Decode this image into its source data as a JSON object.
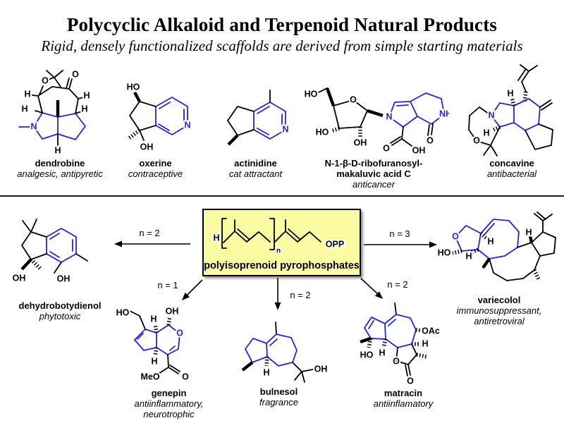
{
  "colors": {
    "structure_blue": "#2323e0",
    "box_fill": "#fbfba4",
    "box_border": "#000000",
    "divider": "#1c1c1c"
  },
  "header": {
    "title": "Polycyclic Alkaloid and Terpenoid Natural Products",
    "subtitle": "Rigid, densely functionalized scaffolds are derived from simple starting materials"
  },
  "molecules": {
    "dendrobine": {
      "name": "dendrobine",
      "activity": "analgesic, antipyretic",
      "atoms": [
        "O",
        "O",
        "H",
        "H",
        "H",
        "H",
        "H",
        "N"
      ]
    },
    "oxerine": {
      "name": "oxerine",
      "activity": "contraceptive",
      "atoms": [
        "HO",
        "OH",
        "N"
      ]
    },
    "actinidine": {
      "name": "actinidine",
      "activity": "cat attractant",
      "atoms": [
        "N"
      ]
    },
    "makaluvic": {
      "name": "N-1-β-D-ribofuranosyl-\nmakaluvic acid C",
      "activity": "anticancer",
      "atoms": [
        "HO",
        "O",
        "HO",
        "OH",
        "N",
        "NH",
        "O",
        "O",
        "OH"
      ]
    },
    "concavine": {
      "name": "concavine",
      "activity": "antibacterial",
      "atoms": [
        "N",
        "O",
        "H",
        "H"
      ]
    },
    "dehydrobotydienol": {
      "name": "dehydrobotydienol",
      "activity": "phytotoxic",
      "atoms": [
        "OH",
        "OH"
      ]
    },
    "genepin": {
      "name": "genepin",
      "activity": "antiinflammatory,\nneurotrophic",
      "atoms": [
        "HO",
        "OH",
        "H",
        "H",
        "O",
        "MeO",
        "O"
      ]
    },
    "bulnesol": {
      "name": "bulnesol",
      "activity": "fragrance",
      "atoms": [
        "H",
        "OH"
      ]
    },
    "matracin": {
      "name": "matracin",
      "activity": "antiinflamatory",
      "atoms": [
        "OAc",
        "H",
        "H",
        "HO",
        "O",
        "O"
      ]
    },
    "variecolol": {
      "name": "variecolol",
      "activity": "immunosuppressant,\nantiretroviral",
      "atoms": [
        "O",
        "HO",
        "H",
        "H",
        "H"
      ]
    }
  },
  "precursor": {
    "label": "polyisoprenoid pyrophosphates",
    "atoms": [
      "H",
      "n",
      "OPP"
    ]
  },
  "arrows": [
    {
      "label": "n = 2",
      "target": "dehydrobotydienol"
    },
    {
      "label": "n = 3",
      "target": "variecolol"
    },
    {
      "label": "n = 1",
      "target": "genepin"
    },
    {
      "label": "n = 2",
      "target": "bulnesol"
    },
    {
      "label": "n = 2",
      "target": "matracin"
    }
  ]
}
